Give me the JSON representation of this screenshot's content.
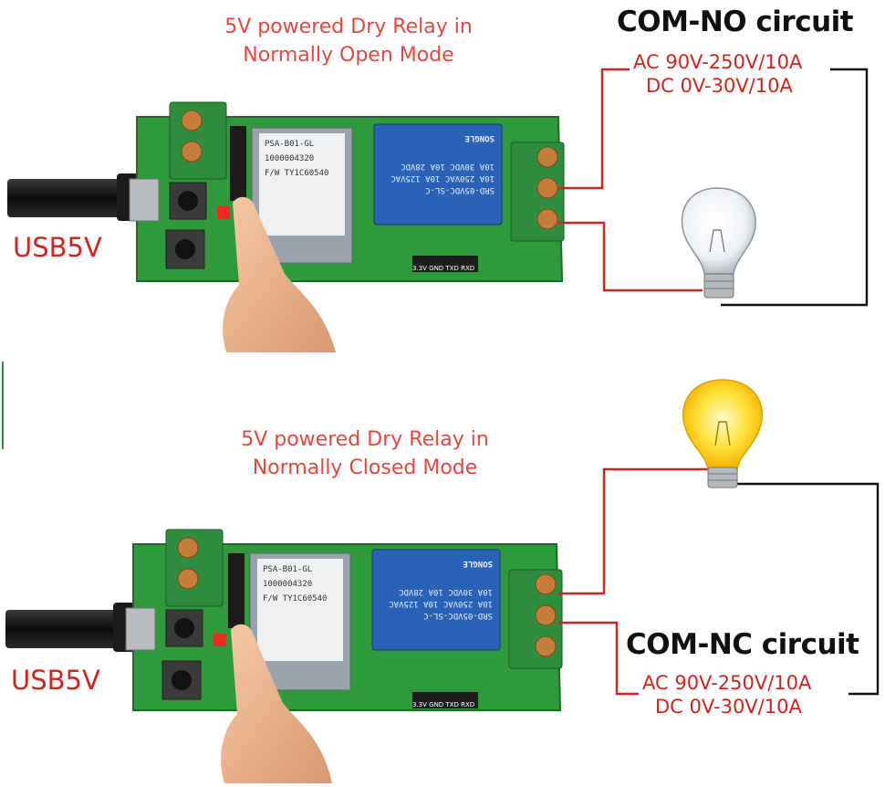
{
  "panel_top": {
    "title_lines": [
      "5V powered Dry Relay in",
      "Normally Open Mode"
    ],
    "circuit_title": "COM-NO circuit",
    "ratings": [
      "AC 90V-250V/10A",
      "DC 0V-30V/10A"
    ],
    "usb_label": "USB5V",
    "relay_text": {
      "model": "SRD-05VDC-SL-C",
      "line1": "10A 250VAC 10A 125VAC",
      "line2": "10A 30VDC 10A 28VDC",
      "brand": "SONGLE"
    },
    "module_text": {
      "line1": "PSA-B01-GL",
      "line2": "1000004320",
      "line3": "F/W TY1C60540"
    },
    "pin_label": "3.3V GND TXD RXD",
    "lamp_state": "off"
  },
  "panel_bottom": {
    "title_lines": [
      "5V powered Dry Relay in",
      "Normally Closed Mode"
    ],
    "circuit_title": "COM-NC circuit",
    "ratings": [
      "AC 90V-250V/10A",
      "DC 0V-30V/10A"
    ],
    "usb_label": "USB5V",
    "relay_text": {
      "model": "SRD-05VDC-SL-C",
      "line1": "10A 250VAC 10A 125VAC",
      "line2": "10A 30VDC 10A 28VDC",
      "brand": "SONGLE"
    },
    "module_text": {
      "line1": "PSA-B01-GL",
      "line2": "1000004320",
      "line3": "F/W TY1C60540"
    },
    "pin_label": "3.3V GND TXD RXD",
    "lamp_state": "on"
  },
  "colors": {
    "title_red": "#e8453c",
    "wire_red": "#d3231d",
    "wire_black": "#111111",
    "pcb_green": "#2f9a3c",
    "relay_blue": "#2a62b8",
    "lamp_glow": "#ffe13a"
  }
}
